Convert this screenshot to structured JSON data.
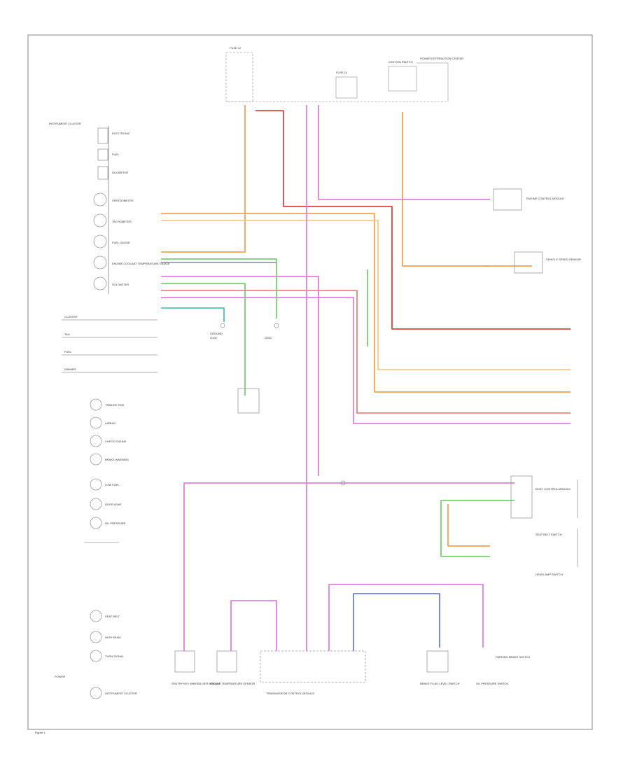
{
  "footer_left": "Figure 1",
  "bottom_label": "INSTRUMENT CLUSTER",
  "left_column": {
    "header": "INSTRUMENT CLUSTER",
    "top_labels": [
      "ELECTRONIC",
      "FUEL",
      "ODOMETER"
    ],
    "gauges": [
      "SPEEDOMETER",
      "TACHOMETER",
      "FUEL GAUGE",
      "ENGINE COOLANT TEMPERATURE GAUGE",
      "VOLTMETER"
    ],
    "mid_labels": [
      "CLUSTER",
      "TAIL",
      "FUEL",
      "DIMMER"
    ],
    "indicators": [
      "TRAILER TOW",
      "AIRBAG",
      "CHECK ENGINE",
      "BRAKE WARNING",
      "LOW FUEL",
      "DOOR AJAR",
      "OIL PRESSURE"
    ],
    "lower_lamps": [
      "SEAT BELT",
      "HIGH BEAM",
      "TURN SIGNAL"
    ],
    "power_label": "POWER"
  },
  "top_labels": [
    "FUSE 12",
    "FUSE 10",
    "IGNITION SWITCH",
    "POWER DISTRIBUTION CENTER"
  ],
  "right_labels": [
    "ENGINE CONTROL MODULE",
    "VEHICLE SPEED SENSOR",
    "BODY CONTROL MODULE",
    "SEAT BELT SWITCH",
    "HEADLAMP SWITCH",
    "PARKING BRAKE SWITCH"
  ],
  "bottom_labels": [
    "SENTRY KEY IMMOBILIZER MODULE",
    "ENGINE TEMPERATURE SENSOR",
    "TRANSMISSION CONTROL MODULE",
    "BRAKE FLUID LEVEL SWITCH",
    "OIL PRESSURE SWITCH"
  ],
  "center_labels": [
    "GROUND",
    "G100",
    "G200"
  ],
  "colors": {
    "border": "#9a9a9a",
    "orange": "#f4a24e",
    "red": "#d9473a",
    "pink": "#e27fe0",
    "green": "#75d36f",
    "yellow": "#f4c98a",
    "gray": "#9a9a9a",
    "blue": "#6f7ce8",
    "teal": "#49c6c9"
  }
}
